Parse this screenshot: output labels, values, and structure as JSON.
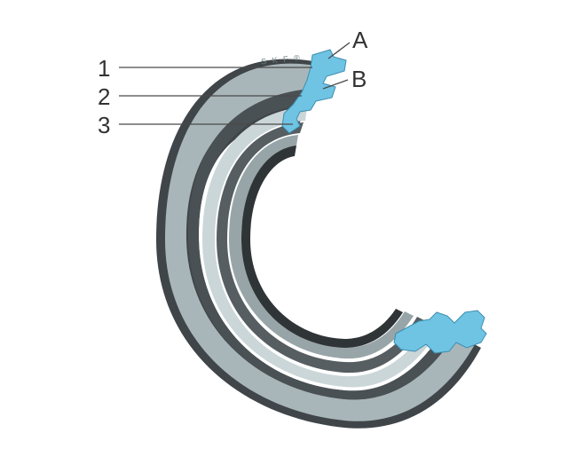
{
  "diagram": {
    "brand_mark": "S K F ®",
    "callouts": {
      "left": [
        "1",
        "2",
        "3"
      ],
      "right": [
        "A",
        "B"
      ]
    },
    "colors": {
      "background": "#ffffff",
      "seal_surface": "#a9b6b9",
      "seal_highlight": "#cbd6d8",
      "seal_shadow": "#3f4548",
      "section_cut": "#6fc4e4",
      "leader_line": "#4a4a4a",
      "label_text": "#333333"
    }
  }
}
